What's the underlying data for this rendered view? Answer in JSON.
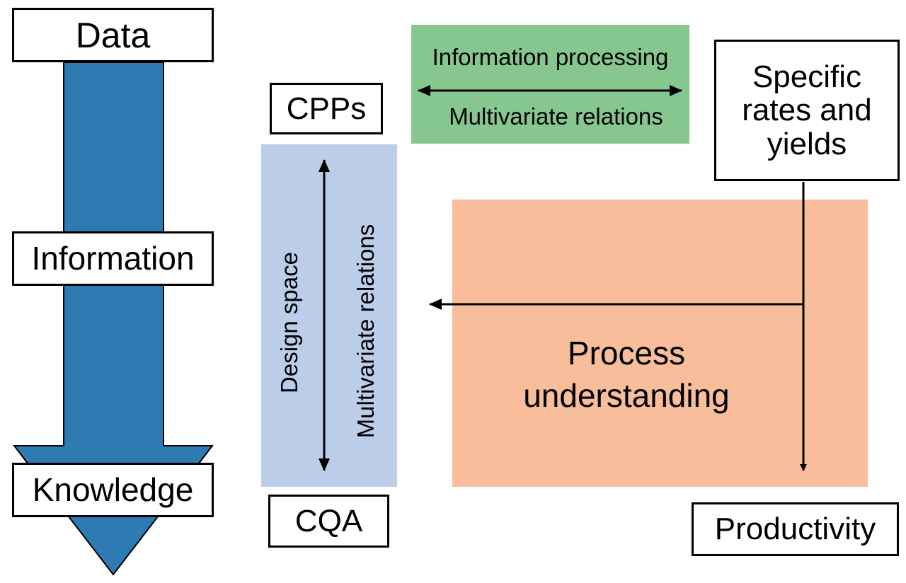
{
  "flow": {
    "data_label": "Data",
    "information_label": "Information",
    "knowledge_label": "Knowledge"
  },
  "design": {
    "cpps_label": "CPPs",
    "cqa_label": "CQA",
    "design_space_label": "Design space",
    "multivariate_label": "Multivariate relations"
  },
  "info_processing": {
    "top_label": "Information processing",
    "bottom_label": "Multivariate relations"
  },
  "rates": {
    "label": "Specific rates and yields"
  },
  "process": {
    "label": "Process understanding"
  },
  "productivity": {
    "label": "Productivity"
  },
  "colors": {
    "arrow_blue": "#2e7bb4",
    "design_panel": "#bccde9",
    "info_panel": "#85c78f",
    "process_panel": "#f8be9b"
  }
}
